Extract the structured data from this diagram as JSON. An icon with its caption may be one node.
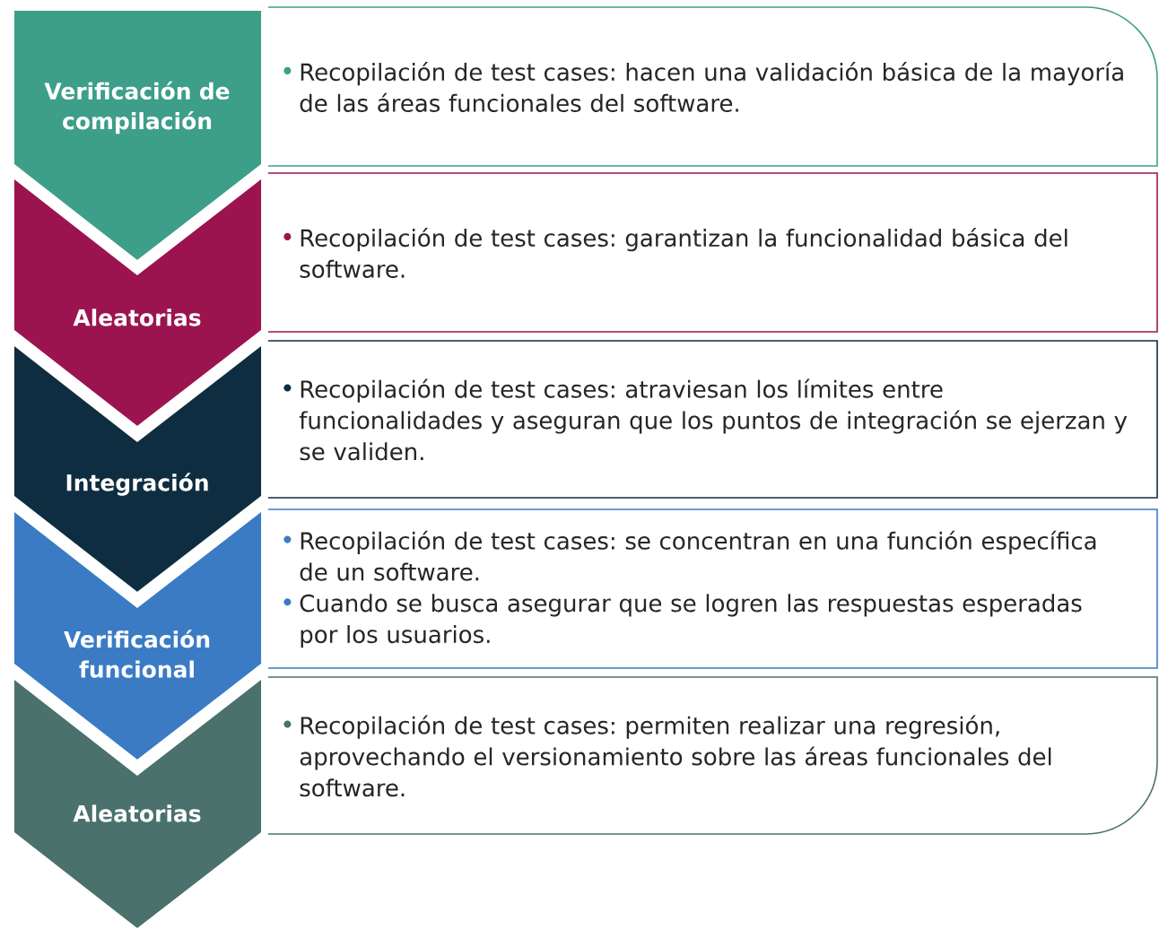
{
  "diagram": {
    "nodes": [
      {
        "text": [
          "Verificación de compilación"
        ]
      },
      {
        "text": [
          "Recopilación de test cases: hacen una validación básica de la mayoría de las áreas funcionales del software."
        ]
      },
      {
        "text": [
          "Aleatorias"
        ]
      },
      {
        "text": [
          "Recopilación de test cases: garantizan la funcionalidad básica del software."
        ]
      },
      {
        "text": [
          "Integración"
        ]
      },
      {
        "text": [
          "Recopilación de test cases: atraviesan los límites entre funcionalidades y aseguran que los puntos de integración se ejerzan y se validen."
        ]
      },
      {
        "text": [
          "Verificación funcional"
        ]
      },
      {
        "text": [
          "Recopilación de test cases: se concentran en una función específica de un software.",
          "Cuando se busca asegurar que se logren las respuestas esperadas por los usuarios."
        ]
      },
      {
        "text": [
          "Aleatorias"
        ]
      },
      {
        "text": [
          "Recopilación de test cases: permiten realizar una regresión, aprovechando el versionamiento sobre las áreas funcionales del software."
        ]
      }
    ]
  }
}
